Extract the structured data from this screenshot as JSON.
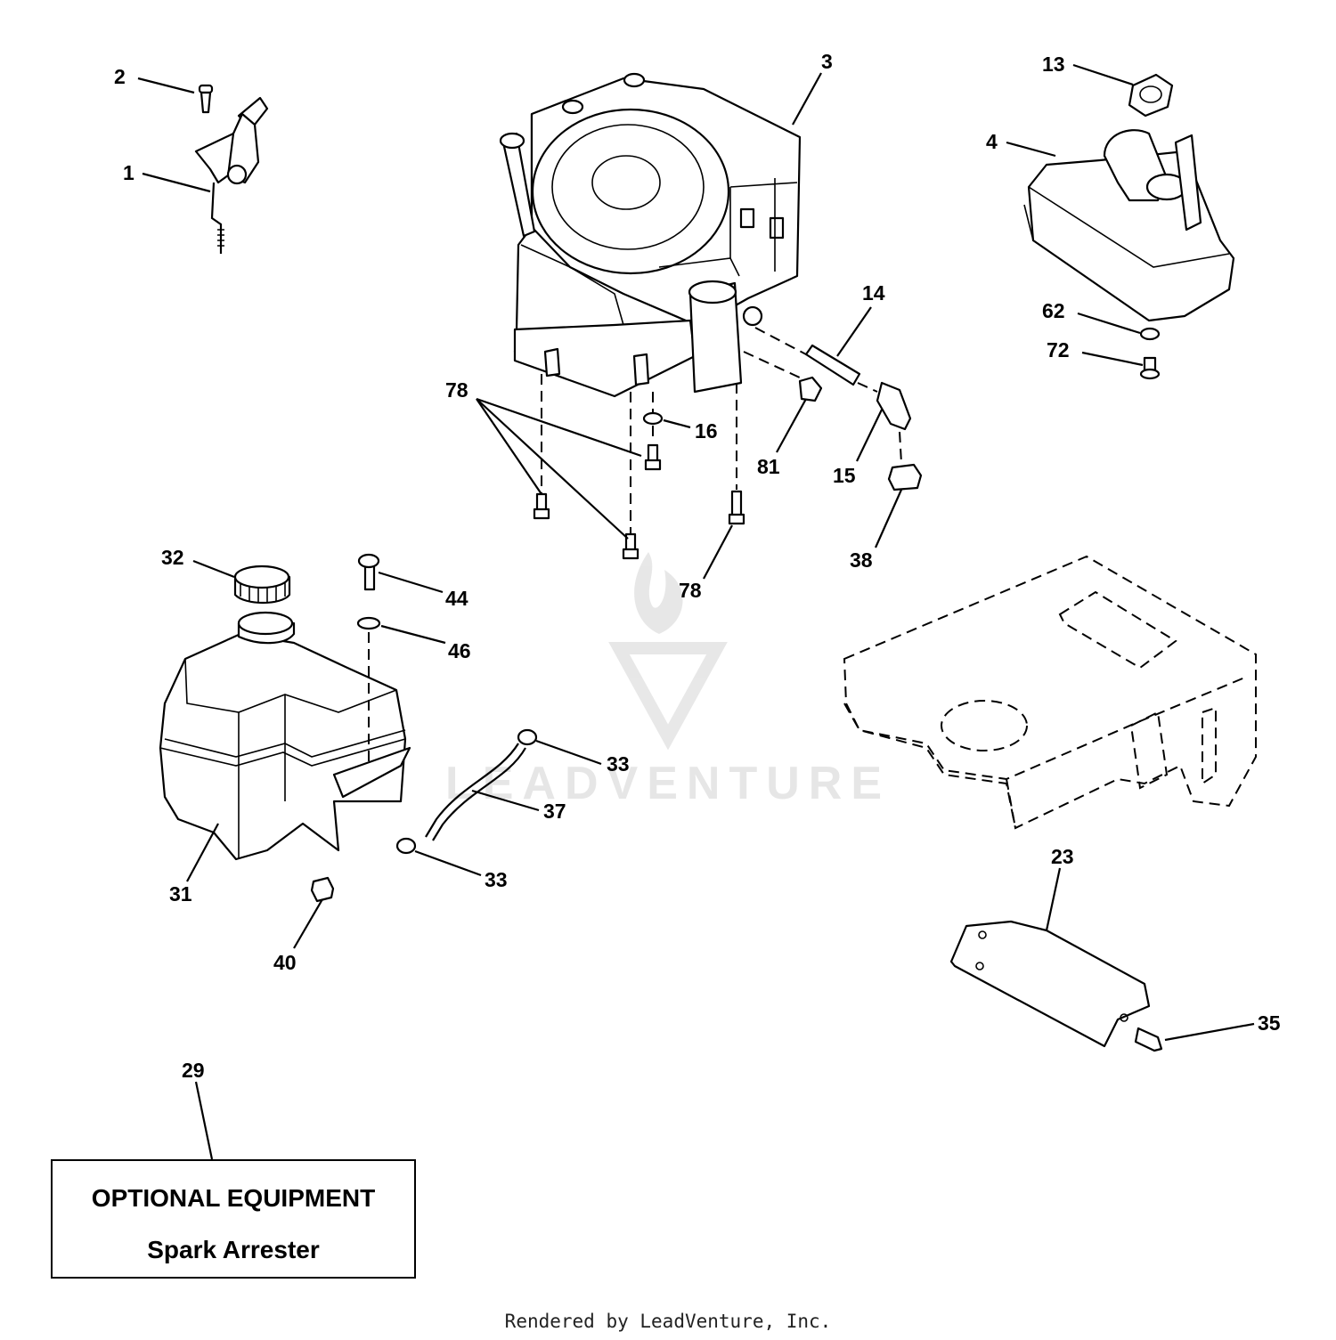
{
  "callouts": [
    {
      "id": "p1",
      "label": "1"
    },
    {
      "id": "p2",
      "label": "2"
    },
    {
      "id": "p3",
      "label": "3"
    },
    {
      "id": "p4",
      "label": "4"
    },
    {
      "id": "p13",
      "label": "13"
    },
    {
      "id": "p14",
      "label": "14"
    },
    {
      "id": "p15",
      "label": "15"
    },
    {
      "id": "p16",
      "label": "16"
    },
    {
      "id": "p23",
      "label": "23"
    },
    {
      "id": "p29",
      "label": "29"
    },
    {
      "id": "p31",
      "label": "31"
    },
    {
      "id": "p32",
      "label": "32"
    },
    {
      "id": "p33a",
      "label": "33"
    },
    {
      "id": "p33b",
      "label": "33"
    },
    {
      "id": "p35",
      "label": "35"
    },
    {
      "id": "p37",
      "label": "37"
    },
    {
      "id": "p38",
      "label": "38"
    },
    {
      "id": "p40",
      "label": "40"
    },
    {
      "id": "p44",
      "label": "44"
    },
    {
      "id": "p46",
      "label": "46"
    },
    {
      "id": "p62",
      "label": "62"
    },
    {
      "id": "p72",
      "label": "72"
    },
    {
      "id": "p78a",
      "label": "78"
    },
    {
      "id": "p78b",
      "label": "78"
    },
    {
      "id": "p81",
      "label": "81"
    }
  ],
  "optional_box": {
    "title": "OPTIONAL EQUIPMENT",
    "subtitle": "Spark Arrester"
  },
  "watermark": "LEADVENTURE",
  "footer": "Rendered by LeadVenture, Inc."
}
